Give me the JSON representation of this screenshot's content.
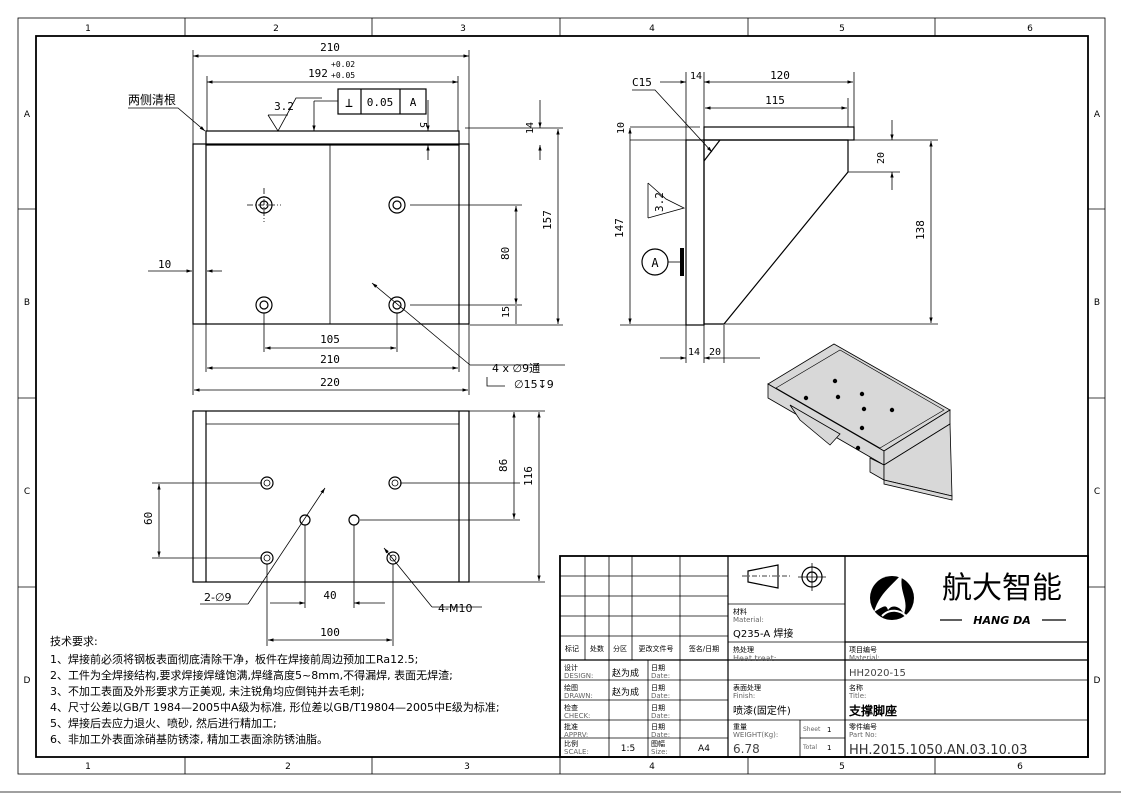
{
  "grid": {
    "columns": [
      "1",
      "2",
      "3",
      "4",
      "5",
      "6"
    ],
    "rows": [
      "A",
      "B",
      "C",
      "D"
    ]
  },
  "front_view": {
    "dims": {
      "d210_top": "210",
      "d192": "192",
      "tol_plus": "+0.02",
      "tol_minus": "+0.05",
      "flatness_symbol": "⊥",
      "flatness_value": "0.05",
      "datum": "A",
      "roughness": "3.2",
      "d5": "5",
      "d14": "14",
      "d157": "157",
      "d80": "80",
      "d15": "15",
      "d10": "10",
      "d105": "105",
      "d210_bottom": "210",
      "d220": "220"
    },
    "note_clean_root": "两侧清根",
    "hole_callout_line1": "4 x ∅9通",
    "hole_callout_line2": "∅15↧9"
  },
  "side_view": {
    "dims": {
      "c15": "C15",
      "d14": "14",
      "d120": "120",
      "d115": "115",
      "d10": "10",
      "d20_right": "20",
      "d147": "147",
      "d138": "138",
      "roughness": "3.2",
      "datum": "A",
      "d14_bottom": "14",
      "d20_bottom": "20"
    }
  },
  "bottom_view": {
    "dims": {
      "d86": "86",
      "d116": "116",
      "d60": "60",
      "d40": "40",
      "d100": "100"
    },
    "callout_left": "2-∅9",
    "callout_right": "4-M10"
  },
  "tech_requirements": {
    "title": "技术要求:",
    "items": [
      "1、焊接前必须将钢板表面彻底清除干净，板件在焊接前周边预加工Ra12.5;",
      "2、工件为全焊接结构,要求焊接焊缝饱满,焊缝高度5~8mm,不得漏焊, 表面无焊渣;",
      "3、不加工表面及外形要求方正美观, 未注锐角均应倒钝并去毛刺;",
      "4、尺寸公差以GB/T 1984—2005中A级为标准, 形位差以GB/T19804—2005中E级为标准;",
      "5、焊接后去应力退火、喷砂, 然后进行精加工;",
      "6、非加工外表面涂硝基防锈漆, 精加工表面涂防锈油脂。"
    ]
  },
  "title_block": {
    "hdr_mark": "标记",
    "hdr_count": "处数",
    "hdr_zone": "分区",
    "hdr_docno": "更改文件号",
    "hdr_sign": "签名/日期",
    "design_cn": "设计",
    "design_en": "DESIGN:",
    "design_name": "赵为成",
    "drawn_cn": "绘图",
    "drawn_en": "DRAWN:",
    "drawn_name": "赵为成",
    "check_cn": "检查",
    "check_en": "CHECK:",
    "approve_cn": "批准",
    "approve_en": "APPRV:",
    "scale_cn": "比例",
    "scale_en": "SCALE:",
    "scale_value": "1:5",
    "date_cn": "日期",
    "date_en": "Date:",
    "size_cn": "图幅",
    "size_en": "Size:",
    "size_value": "A4",
    "material_cn": "材料",
    "material_en": "Material:",
    "material_value": "Q235-A 焊接",
    "heat_cn": "热处理",
    "heat_en": "Heat treat:",
    "finish_cn": "表面处理",
    "finish_en": "Finish:",
    "finish_value": "喷漆(固定件)",
    "weight_cn": "重量",
    "weight_en": "WEIGHT(Kg):",
    "weight_value": "6.78",
    "sheet_label": "Sheet",
    "sheet_value": "1",
    "total_label": "Total",
    "total_value": "1",
    "project_cn": "项目编号",
    "project_en": "Material:",
    "project_value": "HH2020-15",
    "name_cn": "名称",
    "name_en": "Title:",
    "name_value": "支撑脚座",
    "part_cn": "零件编号",
    "part_en": "Part No:",
    "part_value": "HH.2015.1050.AN.03.10.03",
    "company_cn": "航大智能",
    "company_en": "HANG DA"
  }
}
